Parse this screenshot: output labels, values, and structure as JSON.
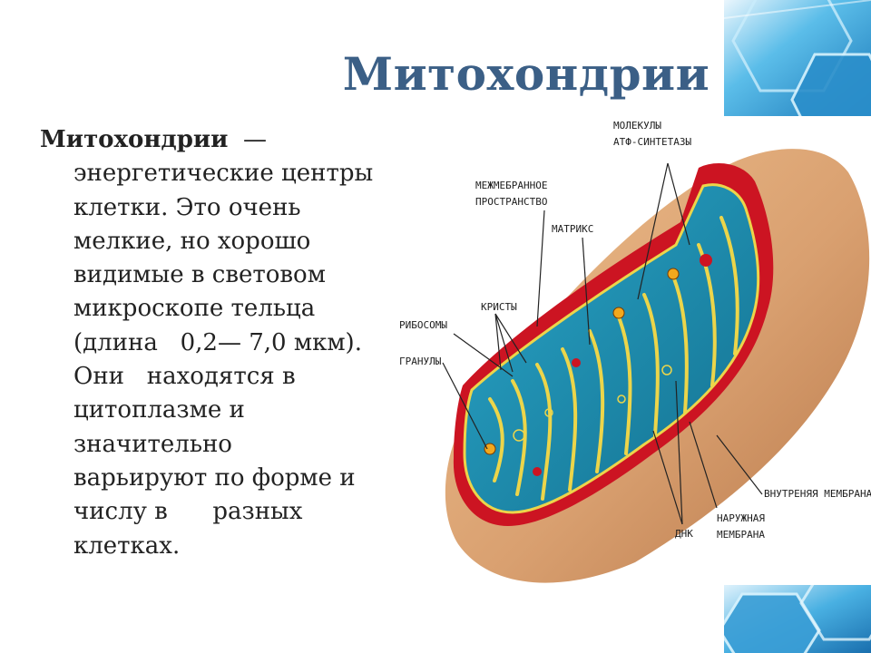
{
  "slide": {
    "title": "Митохондрии",
    "definition": {
      "term": "Митохондрии",
      "dash": "—",
      "lines": [
        "энергетические центры",
        "клетки. Это очень",
        "мелкие, но хорошо",
        "видимые в световом",
        "микроскопе тельца",
        "(длина   0,2— 7,0 мкм).",
        "Они   находятся в",
        "цитоплазме и",
        "значительно",
        "варьируют по форме и",
        "числу в      разных",
        "клетках."
      ]
    }
  },
  "diagram": {
    "labels": {
      "atp_synthase_1": "МОЛЕКУЛЫ",
      "atp_synthase_2": "АТФ-СИНТЕТАЗЫ",
      "intermembrane_1": "МЕЖМЕБРАННОЕ",
      "intermembrane_2": "ПРОСТРАНСТВО",
      "matrix": "МАТРИКС",
      "cristae": "КРИСТЫ",
      "ribosomes": "РИБОСОМЫ",
      "granules": "ГРАНУЛЫ",
      "inner_membrane": "ВНУТРЕНЯЯ МЕМБРАНА",
      "outer_membrane_1": "НАРУЖНАЯ",
      "outer_membrane_2": "МЕМБРАНА",
      "dna": "ДНК"
    }
  },
  "colors": {
    "title": "#3b5f86",
    "outer_membrane": "#d9a070",
    "outer_wall_red": "#cc1422",
    "matrix": "#1c8fb3",
    "inner_membrane": "#ecd54a",
    "decor_blue": "#39a9de"
  }
}
